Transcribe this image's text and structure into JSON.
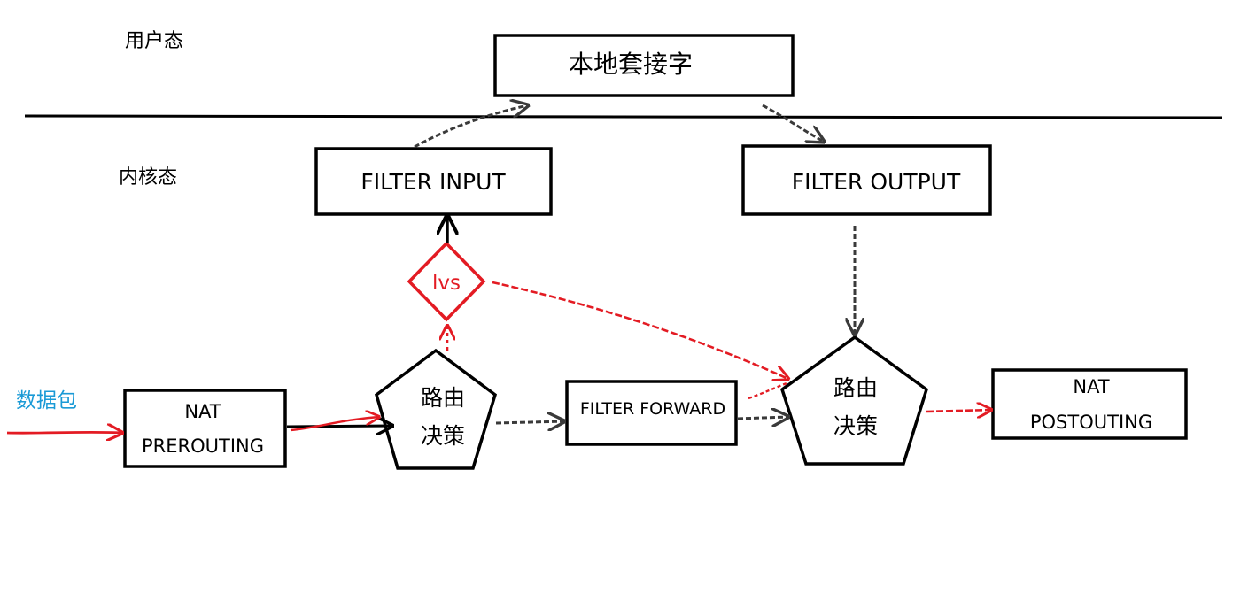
{
  "colors": {
    "line": "#000000",
    "red": "#e31b23",
    "blue": "#1a9ad6",
    "background": "#ffffff"
  },
  "zones": {
    "user_space": "用户态",
    "kernel_space": "内核态"
  },
  "input_label": "数据包",
  "nodes": {
    "local_socket": "本地套接字",
    "filter_input": "FILTER INPUT",
    "filter_output": "FILTER OUTPUT",
    "lvs": "lvs",
    "nat_prerouting": [
      "NAT",
      "PREROUTING"
    ],
    "routing_decision_1": [
      "路由",
      "决策"
    ],
    "filter_forward": "FILTER FORWARD",
    "routing_decision_2": [
      "路由",
      "决策"
    ],
    "nat_postouting": [
      "NAT",
      "POSTOUTING"
    ]
  }
}
